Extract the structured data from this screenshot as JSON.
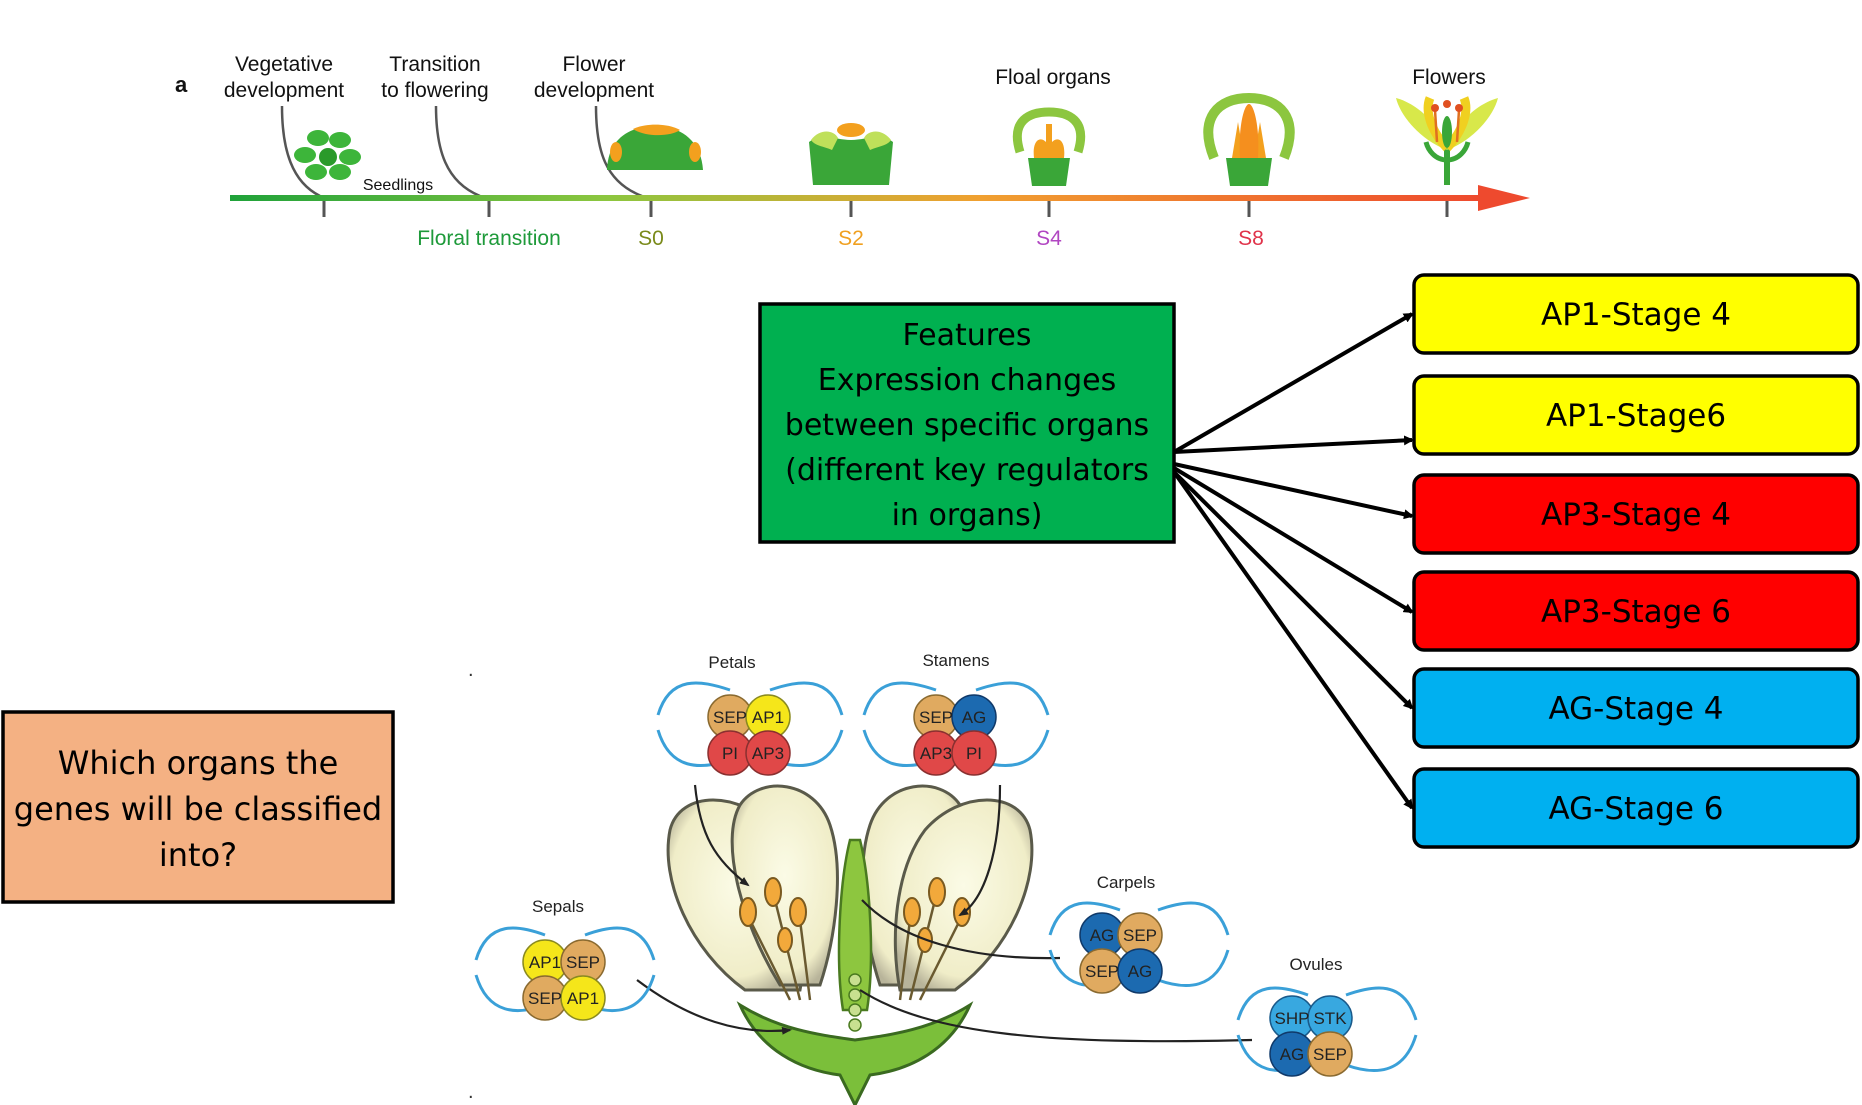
{
  "timeline": {
    "panel_letter": "a",
    "phases": [
      {
        "line1": "Vegetative",
        "line2": "development"
      },
      {
        "line1": "Transition",
        "line2": "to flowering"
      },
      {
        "line1": "Flower",
        "line2": "development"
      }
    ],
    "floral_organs_label": "Floal organs",
    "flowers_label": "Flowers",
    "seedlings_label": "Seedlings",
    "stages": [
      {
        "label": "Floral transition",
        "color": "#1e9a3a"
      },
      {
        "label": "S0",
        "color": "#7a8a1a"
      },
      {
        "label": "S2",
        "color": "#f0a020"
      },
      {
        "label": "S4",
        "color": "#b146c2"
      },
      {
        "label": "S8",
        "color": "#e0334a"
      }
    ]
  },
  "features_box": {
    "lines": [
      "Features",
      "Expression changes",
      "between specific organs",
      "(different key regulators",
      "in organs)"
    ],
    "color": "#00b050"
  },
  "question_box": {
    "lines": [
      "Which organs the",
      "genes will be classified",
      "into?"
    ],
    "color": "#f4b183"
  },
  "class_boxes": [
    {
      "label": "AP1-Stage 4",
      "color": "#ffff00"
    },
    {
      "label": "AP1-Stage6",
      "color": "#ffff00"
    },
    {
      "label": "AP3-Stage 4",
      "color": "#ff0000"
    },
    {
      "label": "AP3-Stage 6",
      "color": "#ff0000"
    },
    {
      "label": "AG-Stage 4",
      "color": "#00b0f0"
    },
    {
      "label": "AG-Stage 6",
      "color": "#00b0f0"
    }
  ],
  "organs": {
    "petals": {
      "label": "Petals",
      "proteins": [
        "SEP",
        "AP1",
        "PI",
        "AP3"
      ]
    },
    "stamens": {
      "label": "Stamens",
      "proteins": [
        "SEP",
        "AG",
        "AP3",
        "PI"
      ]
    },
    "sepals": {
      "label": "Sepals",
      "proteins": [
        "AP1",
        "SEP",
        "SEP",
        "AP1"
      ]
    },
    "carpels": {
      "label": "Carpels",
      "proteins": [
        "AG",
        "SEP",
        "SEP",
        "AG"
      ]
    },
    "ovules": {
      "label": "Ovules",
      "proteins": [
        "SHP",
        "STK",
        "AG",
        "SEP"
      ]
    }
  },
  "protein_colors": {
    "SEP": "#e0aa60",
    "AP1": "#f5e61a",
    "AP3": "#e04848",
    "PI": "#e04848",
    "AG": "#1c6ab0",
    "SHP": "#38a8e0",
    "STK": "#38a8e0"
  }
}
